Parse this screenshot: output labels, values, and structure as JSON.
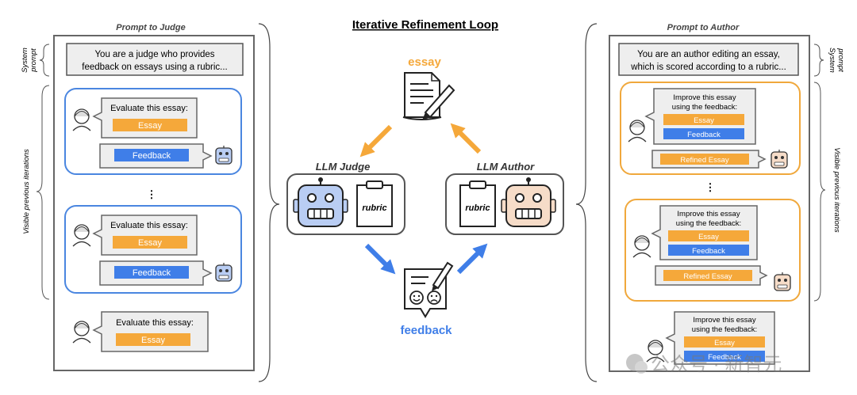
{
  "title": "Iterative Refinement Loop",
  "judge_panel": {
    "heading": "Prompt to Judge",
    "system_prompt": [
      "You are a judge who provides",
      "feedback on essays using a rubric..."
    ],
    "side_label_system": [
      "System",
      "prompt"
    ],
    "side_label_iterations": "Visible previous iterations",
    "request_text": "Evaluate this essay:",
    "essay_tag": "Essay",
    "feedback_tag": "Feedback",
    "ellipsis": "⋮"
  },
  "author_panel": {
    "heading": "Prompt to Author",
    "system_prompt": [
      "You are an author editing an essay,",
      "which is scored according to a rubric..."
    ],
    "side_label_system": [
      "System",
      "prompt"
    ],
    "side_label_iterations": "Visible previous iterations",
    "request_text": [
      "Improve this essay",
      "using the feedback:"
    ],
    "essay_tag": "Essay",
    "feedback_tag": "Feedback",
    "refined_tag": "Refined Essay",
    "ellipsis": "⋮"
  },
  "center": {
    "essay_label": "essay",
    "feedback_label": "feedback",
    "judge_label": "LLM Judge",
    "author_label": "LLM Author",
    "rubric_label": "rubric"
  },
  "watermark": "公众号 · 新智元",
  "colors": {
    "orange": "#f5a83a",
    "blue": "#3f7ee8",
    "blue_frame": "#4a86e0",
    "orange_frame": "#f0a83c",
    "gray_box": "#eeeeee",
    "judge_robot": "#b9cdf3",
    "author_robot": "#f6dcc8"
  }
}
